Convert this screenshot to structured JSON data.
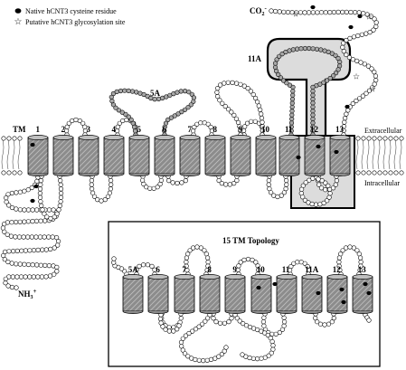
{
  "legend": {
    "cysteine": "Native hCNT3 cysteine residue",
    "glyco": "Putative hCNT3 glycosylation site"
  },
  "labels": {
    "tm": "TM",
    "co2": "CO",
    "co2_sub": "2",
    "co2_sup": "-",
    "nh3": "NH",
    "nh3_sub": "3",
    "nh3_sup": "+",
    "extracellular": "Extracellular",
    "intracellular": "Intracellular",
    "loop_5a": "5A",
    "loop_11a": "11A"
  },
  "main_segments": [
    "1",
    "2",
    "3",
    "4",
    "5",
    "6",
    "7",
    "8",
    "9",
    "10",
    "11",
    "12",
    "13"
  ],
  "inset": {
    "title": "15 TM Topology",
    "segments": [
      "5A",
      "6",
      "7",
      "8",
      "9",
      "10",
      "11",
      "11A",
      "12",
      "13"
    ]
  },
  "colors": {
    "helix_fill": "#9a9a9a",
    "highlight_fill": "#d9d9d9",
    "residue_grey": "#a8a8a8"
  }
}
